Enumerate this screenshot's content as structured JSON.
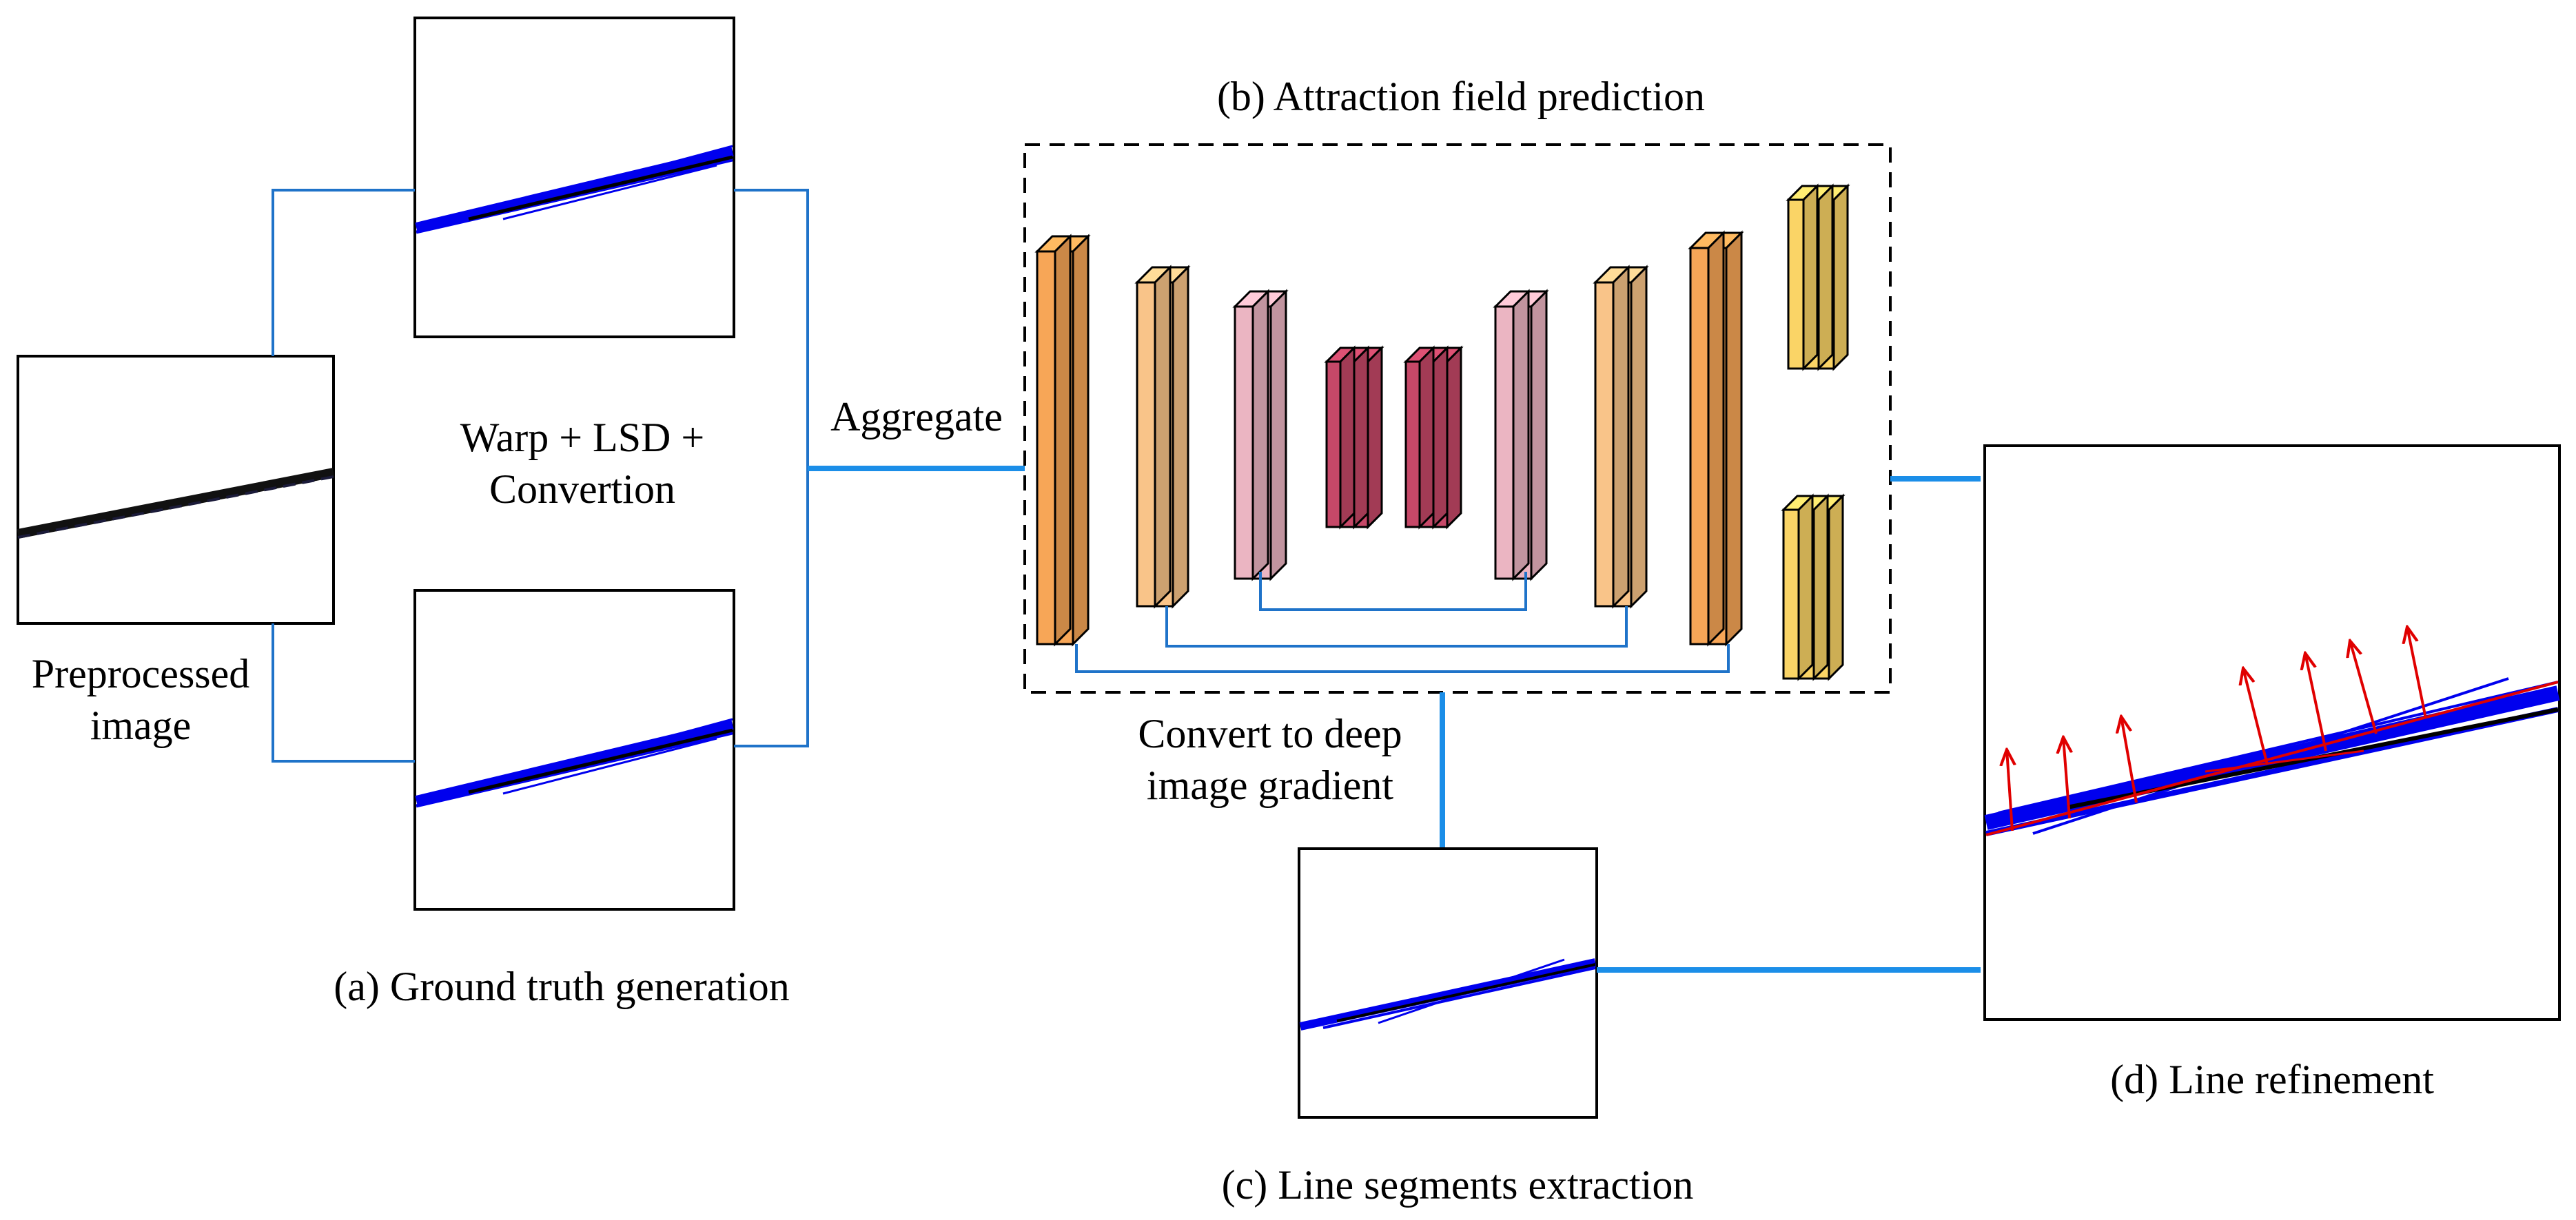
{
  "colors": {
    "connector": "#1f73c9",
    "arrow": "#1b8ee8",
    "detected_lines": "#0000ee",
    "refine_vectors": "#e00000",
    "orange": "#f7a657",
    "light_orange": "#f9c489",
    "pink": "#ebb5c2",
    "crimson": "#c64868",
    "yellow": "#fad466"
  },
  "panel_a": {
    "caption": "(a) Ground truth generation",
    "input_label": "Preprocessed image",
    "input_label_line1": "Preprocessed",
    "input_label_line2": "image",
    "process_label_line1": "Warp + LSD +",
    "process_label_line2": "Convertion",
    "aggregate_label": "Aggregate"
  },
  "panel_b": {
    "caption": "(b) Attraction field prediction",
    "output_label_line1": "Convert to deep",
    "output_label_line2": "image gradient"
  },
  "panel_c": {
    "caption": "(c) Line segments extraction"
  },
  "panel_d": {
    "caption": "(d) Line refinement"
  }
}
